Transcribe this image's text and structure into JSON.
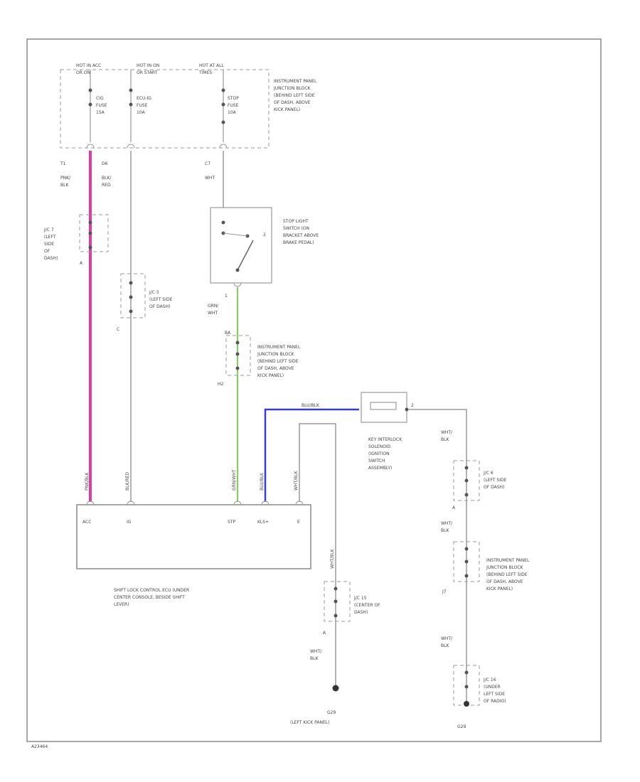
{
  "fuse_headers": {
    "acc": "HOT IN ACC OR ON",
    "ecu_ig": "HOT IN ON OR START",
    "stop": "HOT AT ALL TIMES"
  },
  "fuses": {
    "cig": "CIG FUSE 15A",
    "ecu_ig": "ECU-IG FUSE 10A",
    "stop": "STOP FUSE 10A"
  },
  "ipjb_label": "INSTRUMENT PANEL JUNCTION BLOCK (BEHIND LEFT SIDE OF DASH, ABOVE KICK PANEL)",
  "pins": {
    "t1": "T1",
    "d6": "D6",
    "c7": "C7"
  },
  "wires": {
    "pnk_blk": "PNK/ BLK",
    "blk_red": "BLK/ RED",
    "wht": "WHT",
    "grn_wht": "GRN/ WHT",
    "blu_blk": "BLU/BLK",
    "wht_blk_1": "WHT/ BLK",
    "wht_blk_2": "WHT/ BLK",
    "wht_blk_3": "WHT/ BLK",
    "wht_blk_4": "WHT/ BLK"
  },
  "vertical_wire_labels": {
    "pnk_blk": "PNK/BLK",
    "blk_red": "BLK/RED",
    "grn_wht": "GRN/WHT",
    "blu_blk": "BLU/BLK",
    "wht_blk_ecu": "WHT/BLK",
    "wht_blk_ground": "WHT/BLK"
  },
  "junctions": {
    "jc7": "J/C 7 (LEFT SIDE OF DASH)",
    "jc7_pin": "A",
    "jc5": "J/C 5 (LEFT SIDE OF DASH)",
    "jc5_pin": "C",
    "jc6": "J/C 6 (LEFT SIDE OF DASH)",
    "jc6_pin": "A",
    "jc15": "J/C 15 (CENTER OF DASH)",
    "jc15_pin": "A",
    "jc16": "J/C 16 (UNDER LEFT SIDE OF RADIO)"
  },
  "stop_switch": {
    "label": "STOP LIGHT SWITCH (ON BRACKET ABOVE BRAKE PEDAL)",
    "pin_bottom": "1",
    "pin_top": "2"
  },
  "ipjb2": {
    "pin_top": "BA",
    "pin_bottom": "H2"
  },
  "ipjb3": {
    "pin_bottom": "J7"
  },
  "solenoid": {
    "label": "KEY INTERLOCK SOLENOID (IGNITION SWITCH ASSEMBLY)",
    "pin": "2"
  },
  "ecu": {
    "label": "SHIFT LOCK CONTROL ECU (UNDER CENTER CONSOLE, BESIDE SHIFT LEVER)",
    "pins": {
      "acc": "ACC",
      "ig": "IG",
      "stp": "STP",
      "kls": "KLS+",
      "e": "E"
    }
  },
  "grounds": {
    "g1_id": "G29",
    "g1_loc": "(LEFT KICK PANEL)",
    "g2_id": "G29"
  },
  "footer_code": "A23464",
  "colors": {
    "pink_wire": "#e23ba0",
    "green_wire": "#78d84e",
    "blue_wire": "#3a3ad6",
    "gray_wire": "#9a9a9a"
  }
}
